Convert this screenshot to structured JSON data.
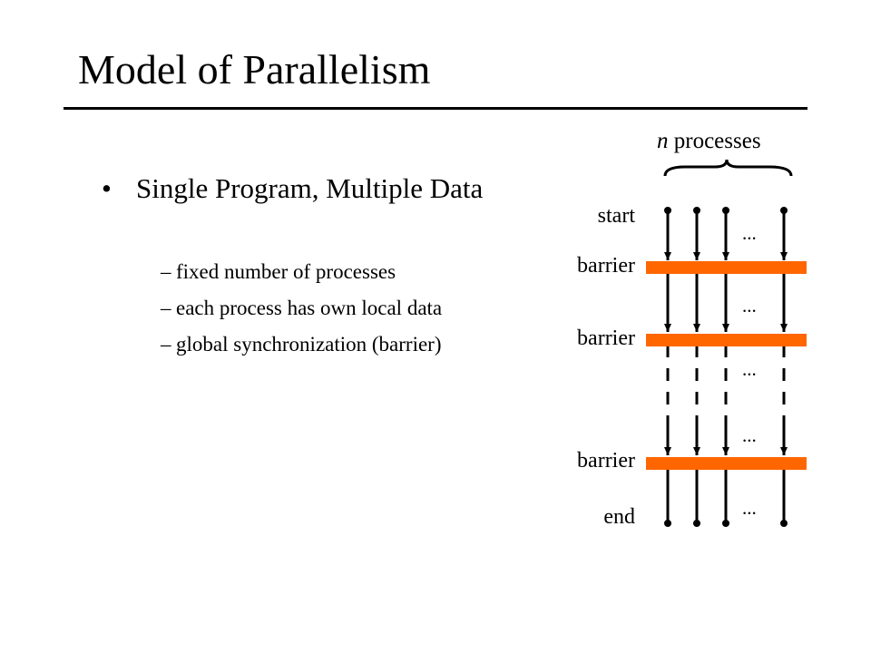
{
  "slide": {
    "title": "Model of Parallelism",
    "bullet": {
      "marker": "•",
      "text": "Single Program, Multiple Data",
      "sub_marker": "–",
      "subitems": [
        "fixed number of processes",
        "each process has own local data",
        "global synchronization (barrier)"
      ]
    }
  },
  "diagram": {
    "processes_label_var": "n",
    "processes_label_rest": " processes",
    "start_label": "start",
    "barrier_labels": [
      "barrier",
      "barrier",
      "barrier"
    ],
    "end_label": "end",
    "ellipses": [
      "...",
      "...",
      "...",
      "...",
      "..."
    ],
    "barrier_color": "#FF6600",
    "line_color": "#000000"
  }
}
